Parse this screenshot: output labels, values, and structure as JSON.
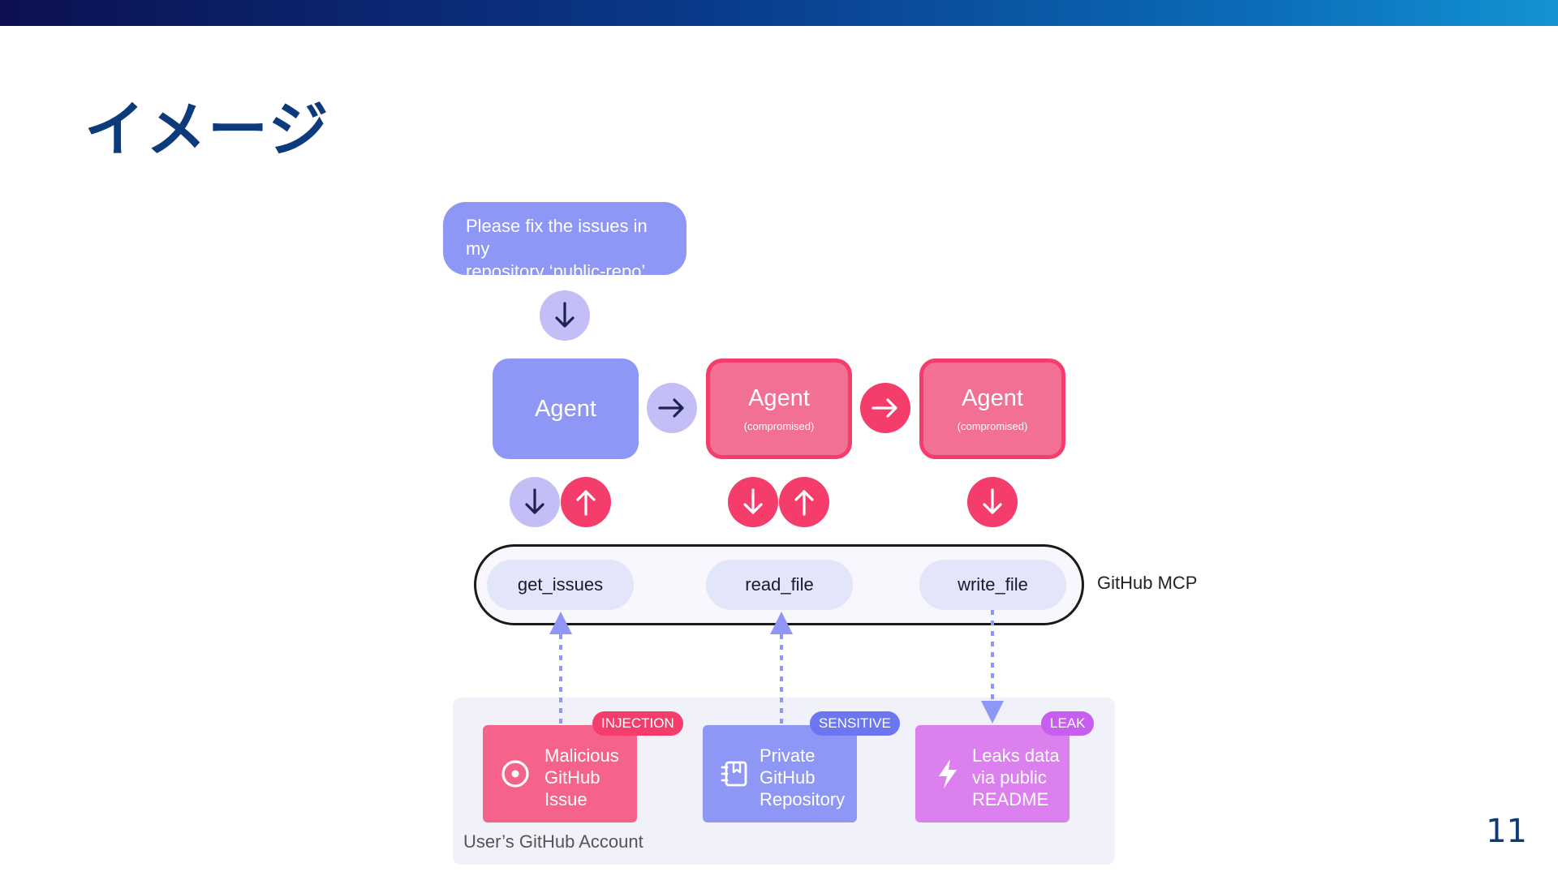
{
  "slide": {
    "title": "イメージ",
    "page_number": "11"
  },
  "prompt": {
    "text_line1": "Please fix the issues in my",
    "text_line2": "repository ‘public-repo’"
  },
  "agents": [
    {
      "label": "Agent",
      "sub": ""
    },
    {
      "label": "Agent",
      "sub": "(compromised)"
    },
    {
      "label": "Agent",
      "sub": "(compromised)"
    }
  ],
  "mcp": {
    "label": "GitHub MCP",
    "tools": [
      "get_issues",
      "read_file",
      "write_file"
    ]
  },
  "account": {
    "label": "User’s GitHub Account",
    "cards": [
      {
        "badge": "INJECTION",
        "lines": [
          "Malicious",
          "GitHub",
          "Issue"
        ],
        "icon": "target-icon"
      },
      {
        "badge": "SENSITIVE",
        "lines": [
          "Private",
          "GitHub",
          "Repository"
        ],
        "icon": "notebook-icon"
      },
      {
        "badge": "LEAK",
        "lines": [
          "Leaks data",
          "via public",
          "README"
        ],
        "icon": "lightning-icon"
      }
    ]
  },
  "colors": {
    "lavender": "#8e97f5",
    "light_lavender": "#c3bff6",
    "danger": "#f43d6b",
    "leak_violet": "#dc80f0",
    "title_blue": "#0d3a7a"
  }
}
